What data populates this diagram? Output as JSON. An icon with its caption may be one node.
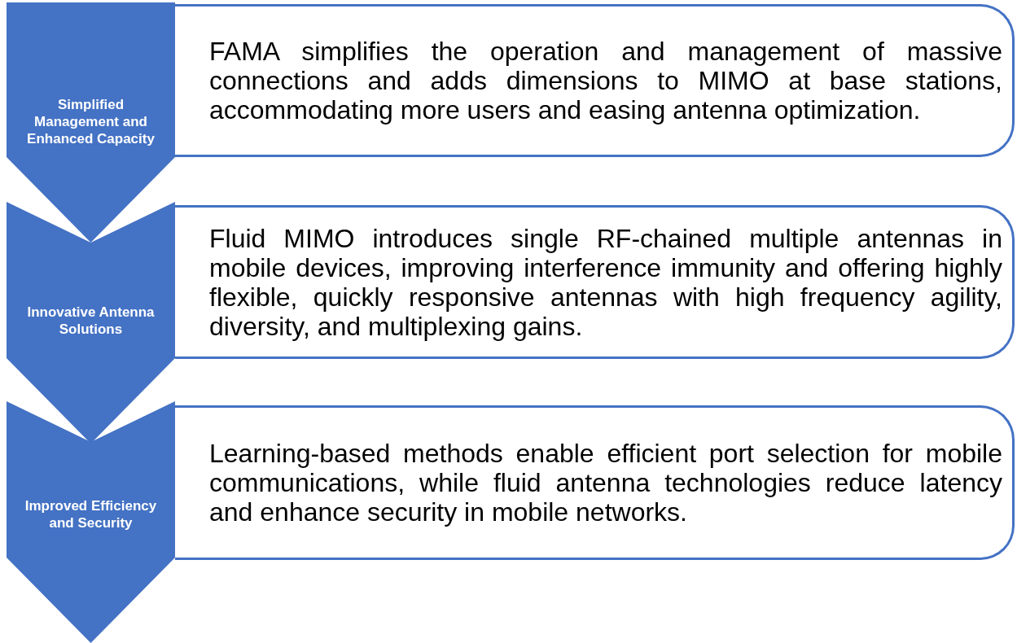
{
  "diagram": {
    "nodes": [
      {
        "text": [
          "Simplified Management and Enhanced Capacity"
        ]
      },
      {
        "text": [
          "FAMA simplifies the operation and management of massive connections and adds dimensions to MIMO at base stations, accommodating more users and easing antenna optimization."
        ]
      },
      {
        "text": [
          "Innovative Antenna Solutions"
        ]
      },
      {
        "text": [
          "Fluid MIMO introduces single RF-chained multiple antennas in mobile devices, improving interference immunity and offering highly flexible, quickly responsive antennas with high frequency agility, diversity, and multiplexing gains."
        ]
      },
      {
        "text": [
          "Improved Efficiency and Security"
        ]
      },
      {
        "text": [
          "Learning-based methods enable efficient port selection for mobile communications, while fluid antenna technologies reduce latency and enhance security in mobile networks."
        ]
      }
    ]
  }
}
